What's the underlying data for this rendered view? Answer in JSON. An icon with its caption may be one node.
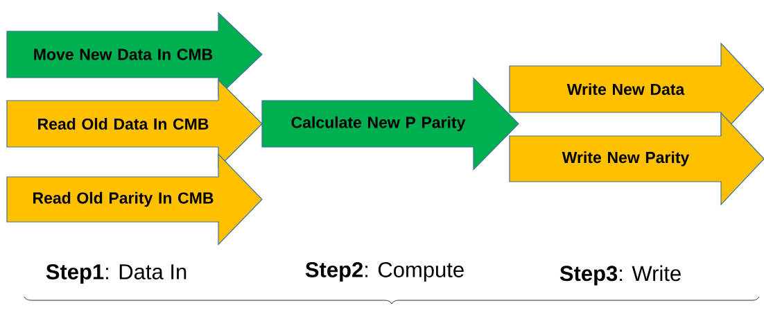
{
  "diagram": {
    "nodes": [
      {
        "text": [
          "Move New Data In CMB"
        ]
      },
      {
        "text": [
          "Read Old Data In CMB"
        ]
      },
      {
        "text": [
          "Read Old Parity In CMB"
        ]
      },
      {
        "text": [
          "Calculate New P Parity"
        ]
      },
      {
        "text": [
          "Write New Data"
        ]
      },
      {
        "text": [
          "Write New Parity"
        ]
      }
    ],
    "labels": [
      "**Step1**: Data In",
      "**Step2**: Compute",
      "**Step3**: Write"
    ]
  }
}
